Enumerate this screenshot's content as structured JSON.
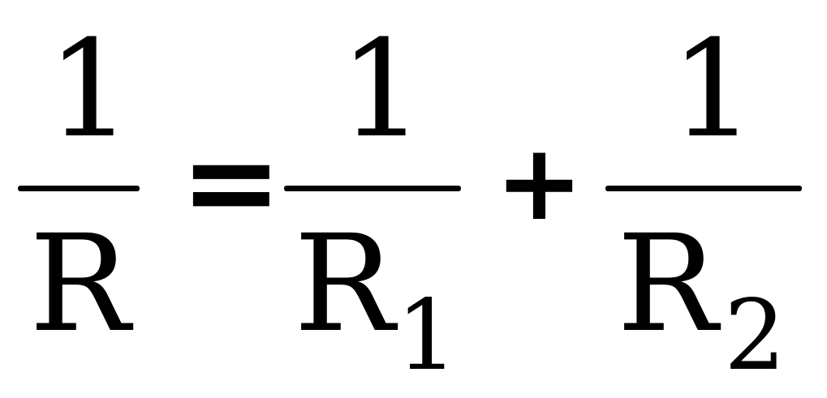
{
  "equation": {
    "lhs": {
      "numerator": "1",
      "denominator": "R"
    },
    "equals": "=",
    "term1": {
      "numerator": "1",
      "denominator": "R",
      "subscript": "1"
    },
    "plus": "+",
    "term2": {
      "numerator": "1",
      "denominator": "R",
      "subscript": "2"
    }
  },
  "colors": {
    "ink": "#000000",
    "background": "#ffffff"
  }
}
